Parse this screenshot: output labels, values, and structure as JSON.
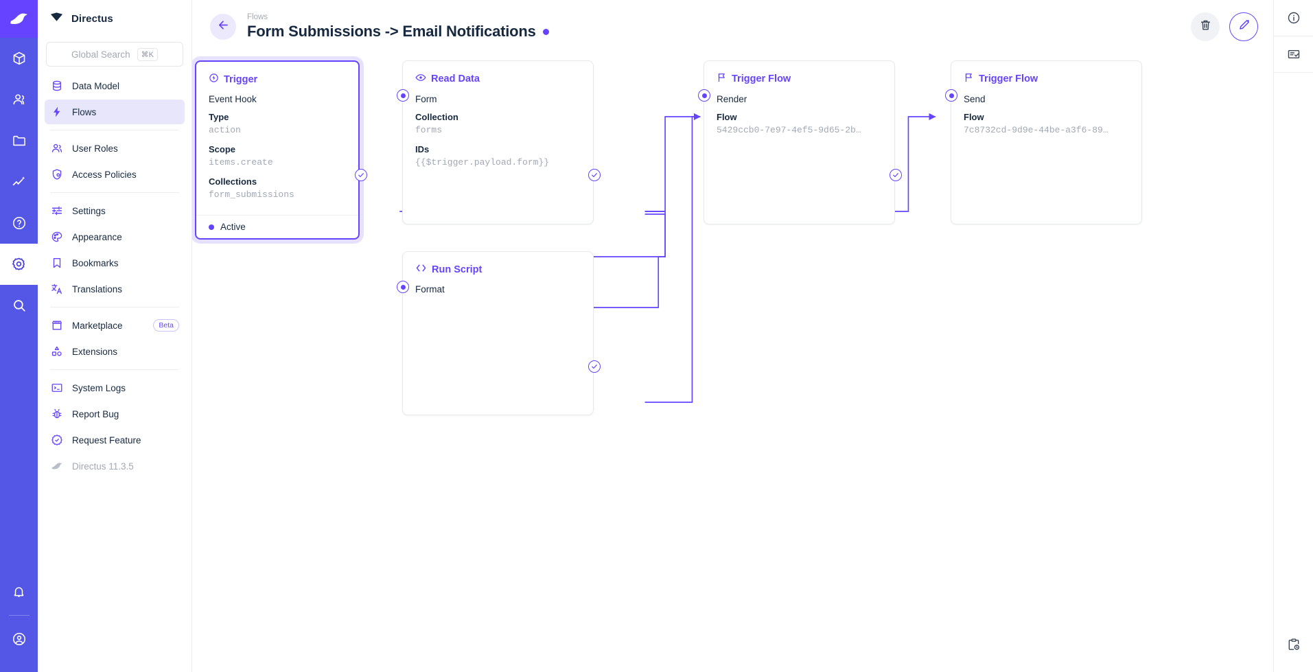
{
  "module_rail": {
    "items": [
      {
        "name": "directus-logo-icon",
        "label": "Directus"
      },
      {
        "name": "content-icon",
        "label": "Content"
      },
      {
        "name": "users-icon",
        "label": "User Directory"
      },
      {
        "name": "files-icon",
        "label": "File Library"
      },
      {
        "name": "insights-icon",
        "label": "Insights"
      },
      {
        "name": "help-icon",
        "label": "Help"
      },
      {
        "name": "settings-gear-icon",
        "label": "Settings"
      },
      {
        "name": "search-icon",
        "label": "Search"
      }
    ],
    "bottom": [
      {
        "name": "notifications-bell-icon",
        "label": "Notifications"
      },
      {
        "name": "account-avatar-icon",
        "label": "Account"
      }
    ]
  },
  "sidebar": {
    "title": "Directus",
    "search": {
      "placeholder": "Global Search",
      "shortcut": "⌘K"
    },
    "groups": [
      {
        "items": [
          {
            "icon": "database-icon",
            "label": "Data Model",
            "selected": false
          },
          {
            "icon": "bolt-icon",
            "label": "Flows",
            "selected": true
          }
        ]
      },
      {
        "items": [
          {
            "icon": "user-roles-icon",
            "label": "User Roles",
            "selected": false
          },
          {
            "icon": "shield-lock-icon",
            "label": "Access Policies",
            "selected": false
          }
        ]
      },
      {
        "items": [
          {
            "icon": "sliders-icon",
            "label": "Settings",
            "selected": false
          },
          {
            "icon": "palette-icon",
            "label": "Appearance",
            "selected": false
          },
          {
            "icon": "bookmark-icon",
            "label": "Bookmarks",
            "selected": false
          },
          {
            "icon": "translate-icon",
            "label": "Translations",
            "selected": false
          }
        ]
      },
      {
        "items": [
          {
            "icon": "storefront-icon",
            "label": "Marketplace",
            "badge": "Beta",
            "selected": false
          },
          {
            "icon": "extensions-icon",
            "label": "Extensions",
            "selected": false
          }
        ]
      },
      {
        "items": [
          {
            "icon": "terminal-icon",
            "label": "System Logs",
            "selected": false
          },
          {
            "icon": "bug-icon",
            "label": "Report Bug",
            "selected": false
          },
          {
            "icon": "feature-check-icon",
            "label": "Request Feature",
            "selected": false
          },
          {
            "icon": "directus-rabbit-icon",
            "label": "Directus 11.3.5",
            "muted": true,
            "selected": false
          }
        ]
      }
    ]
  },
  "header": {
    "breadcrumb": "Flows",
    "title": "Form Submissions -> Email Notifications",
    "status_dot_color": "#6644ff",
    "back_icon": "arrow-left-icon",
    "actions": [
      {
        "name": "delete-flow-button",
        "icon": "trash-icon",
        "style": "grey"
      },
      {
        "name": "edit-flow-button",
        "icon": "pencil-icon",
        "style": "outline"
      }
    ]
  },
  "right_rail": {
    "top": [
      {
        "name": "info-icon",
        "label": "Flow Info"
      },
      {
        "name": "logs-icon",
        "label": "Logs"
      }
    ],
    "bottom": [
      {
        "name": "clipboard-history-icon",
        "label": "Activity"
      }
    ]
  },
  "flow": {
    "accent": "#6644ff",
    "nodes": [
      {
        "id": "trigger",
        "icon": "trigger-bolt-circle-icon",
        "header": "Trigger",
        "subtitle": "Event Hook",
        "selected": true,
        "fields": [
          {
            "key": "Type",
            "value": "action"
          },
          {
            "key": "Scope",
            "value": "items.create"
          },
          {
            "key": "Collections",
            "value": "form_submissions"
          }
        ],
        "footer": {
          "label": "Active",
          "dot_color": "#6644ff"
        }
      },
      {
        "id": "read-data",
        "icon": "eye-icon",
        "header": "Read Data",
        "subtitle": "Form",
        "selected": false,
        "fields": [
          {
            "key": "Collection",
            "value": "forms"
          },
          {
            "key": "IDs",
            "value": "{{$trigger.payload.form}}"
          }
        ]
      },
      {
        "id": "run-script",
        "icon": "code-brackets-icon",
        "header": "Run Script",
        "subtitle": "Format",
        "selected": false,
        "fields": []
      },
      {
        "id": "trigger-flow-render",
        "icon": "flag-icon",
        "header": "Trigger Flow",
        "subtitle": "Render",
        "selected": false,
        "fields": [
          {
            "key": "Flow",
            "value": "5429ccb0-7e97-4ef5-9d65-2b…"
          }
        ]
      },
      {
        "id": "trigger-flow-send",
        "icon": "flag-icon",
        "header": "Trigger Flow",
        "subtitle": "Send",
        "selected": false,
        "fields": [
          {
            "key": "Flow",
            "value": "7c8732cd-9d9e-44be-a3f6-89…"
          }
        ]
      }
    ]
  }
}
